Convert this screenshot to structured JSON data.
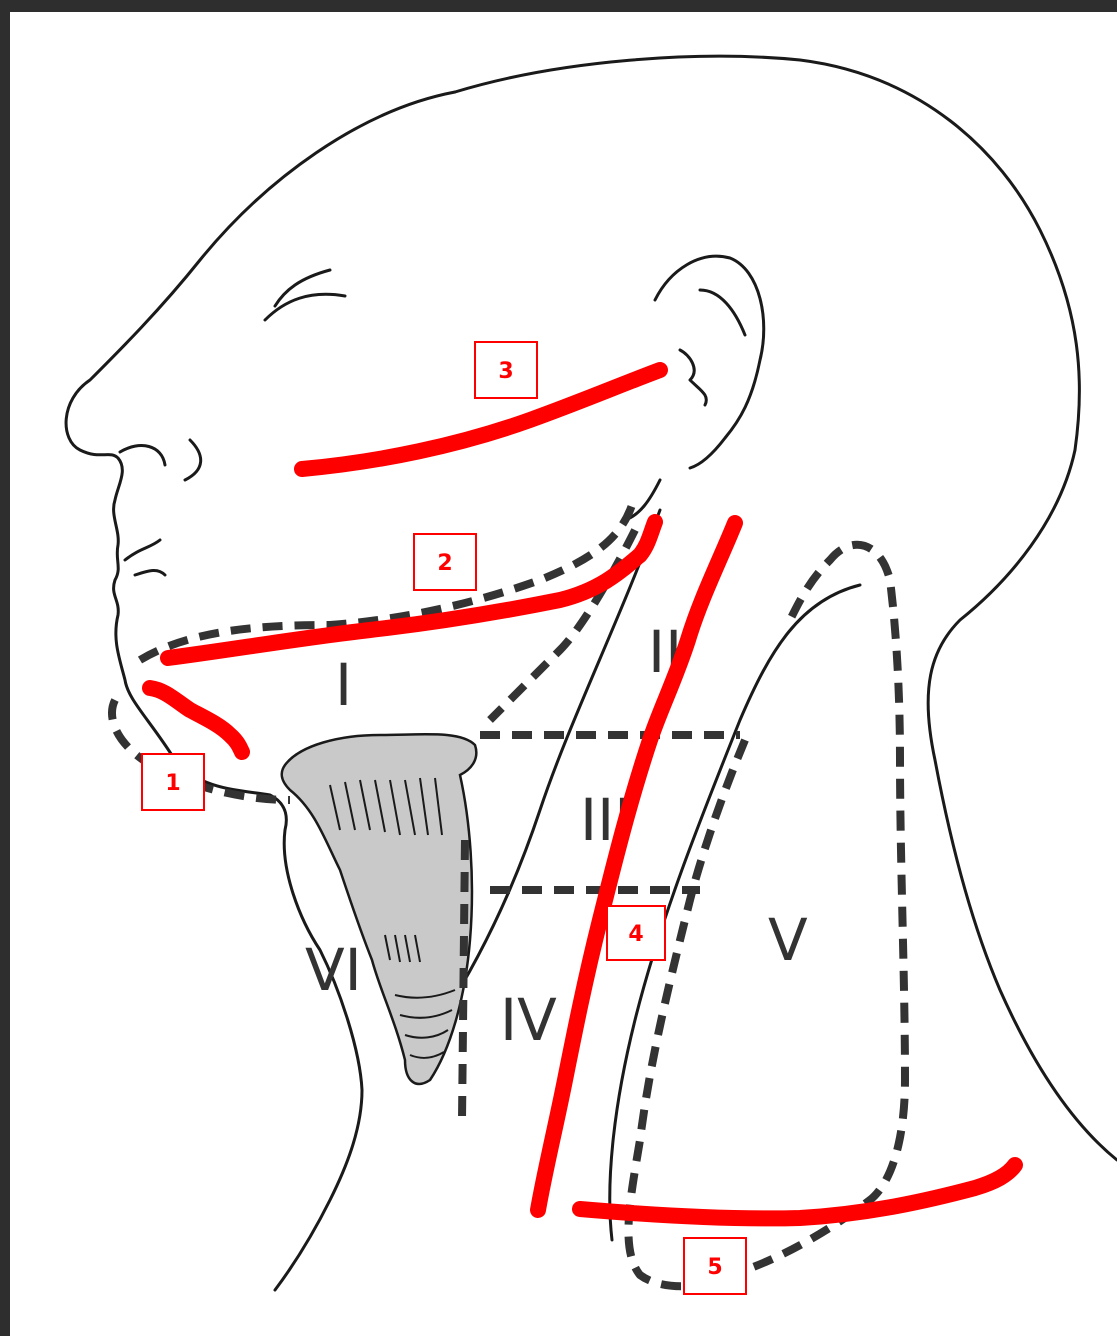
{
  "incision_markers": [
    {
      "id": "marker-1",
      "label": "1"
    },
    {
      "id": "marker-2",
      "label": "2"
    },
    {
      "id": "marker-3",
      "label": "3"
    },
    {
      "id": "marker-4",
      "label": "4"
    },
    {
      "id": "marker-5",
      "label": "5"
    }
  ],
  "node_levels": [
    {
      "id": "level-i",
      "label": "I"
    },
    {
      "id": "level-ii",
      "label": "II"
    },
    {
      "id": "level-iii",
      "label": "III"
    },
    {
      "id": "level-iv",
      "label": "IV"
    },
    {
      "id": "level-v",
      "label": "V"
    },
    {
      "id": "level-vi",
      "label": "VI"
    }
  ],
  "colors": {
    "incision": "#ff0000",
    "background": "#2e2e2e",
    "canvas": "#ffffff",
    "cartilage": "#c9c9c9"
  }
}
